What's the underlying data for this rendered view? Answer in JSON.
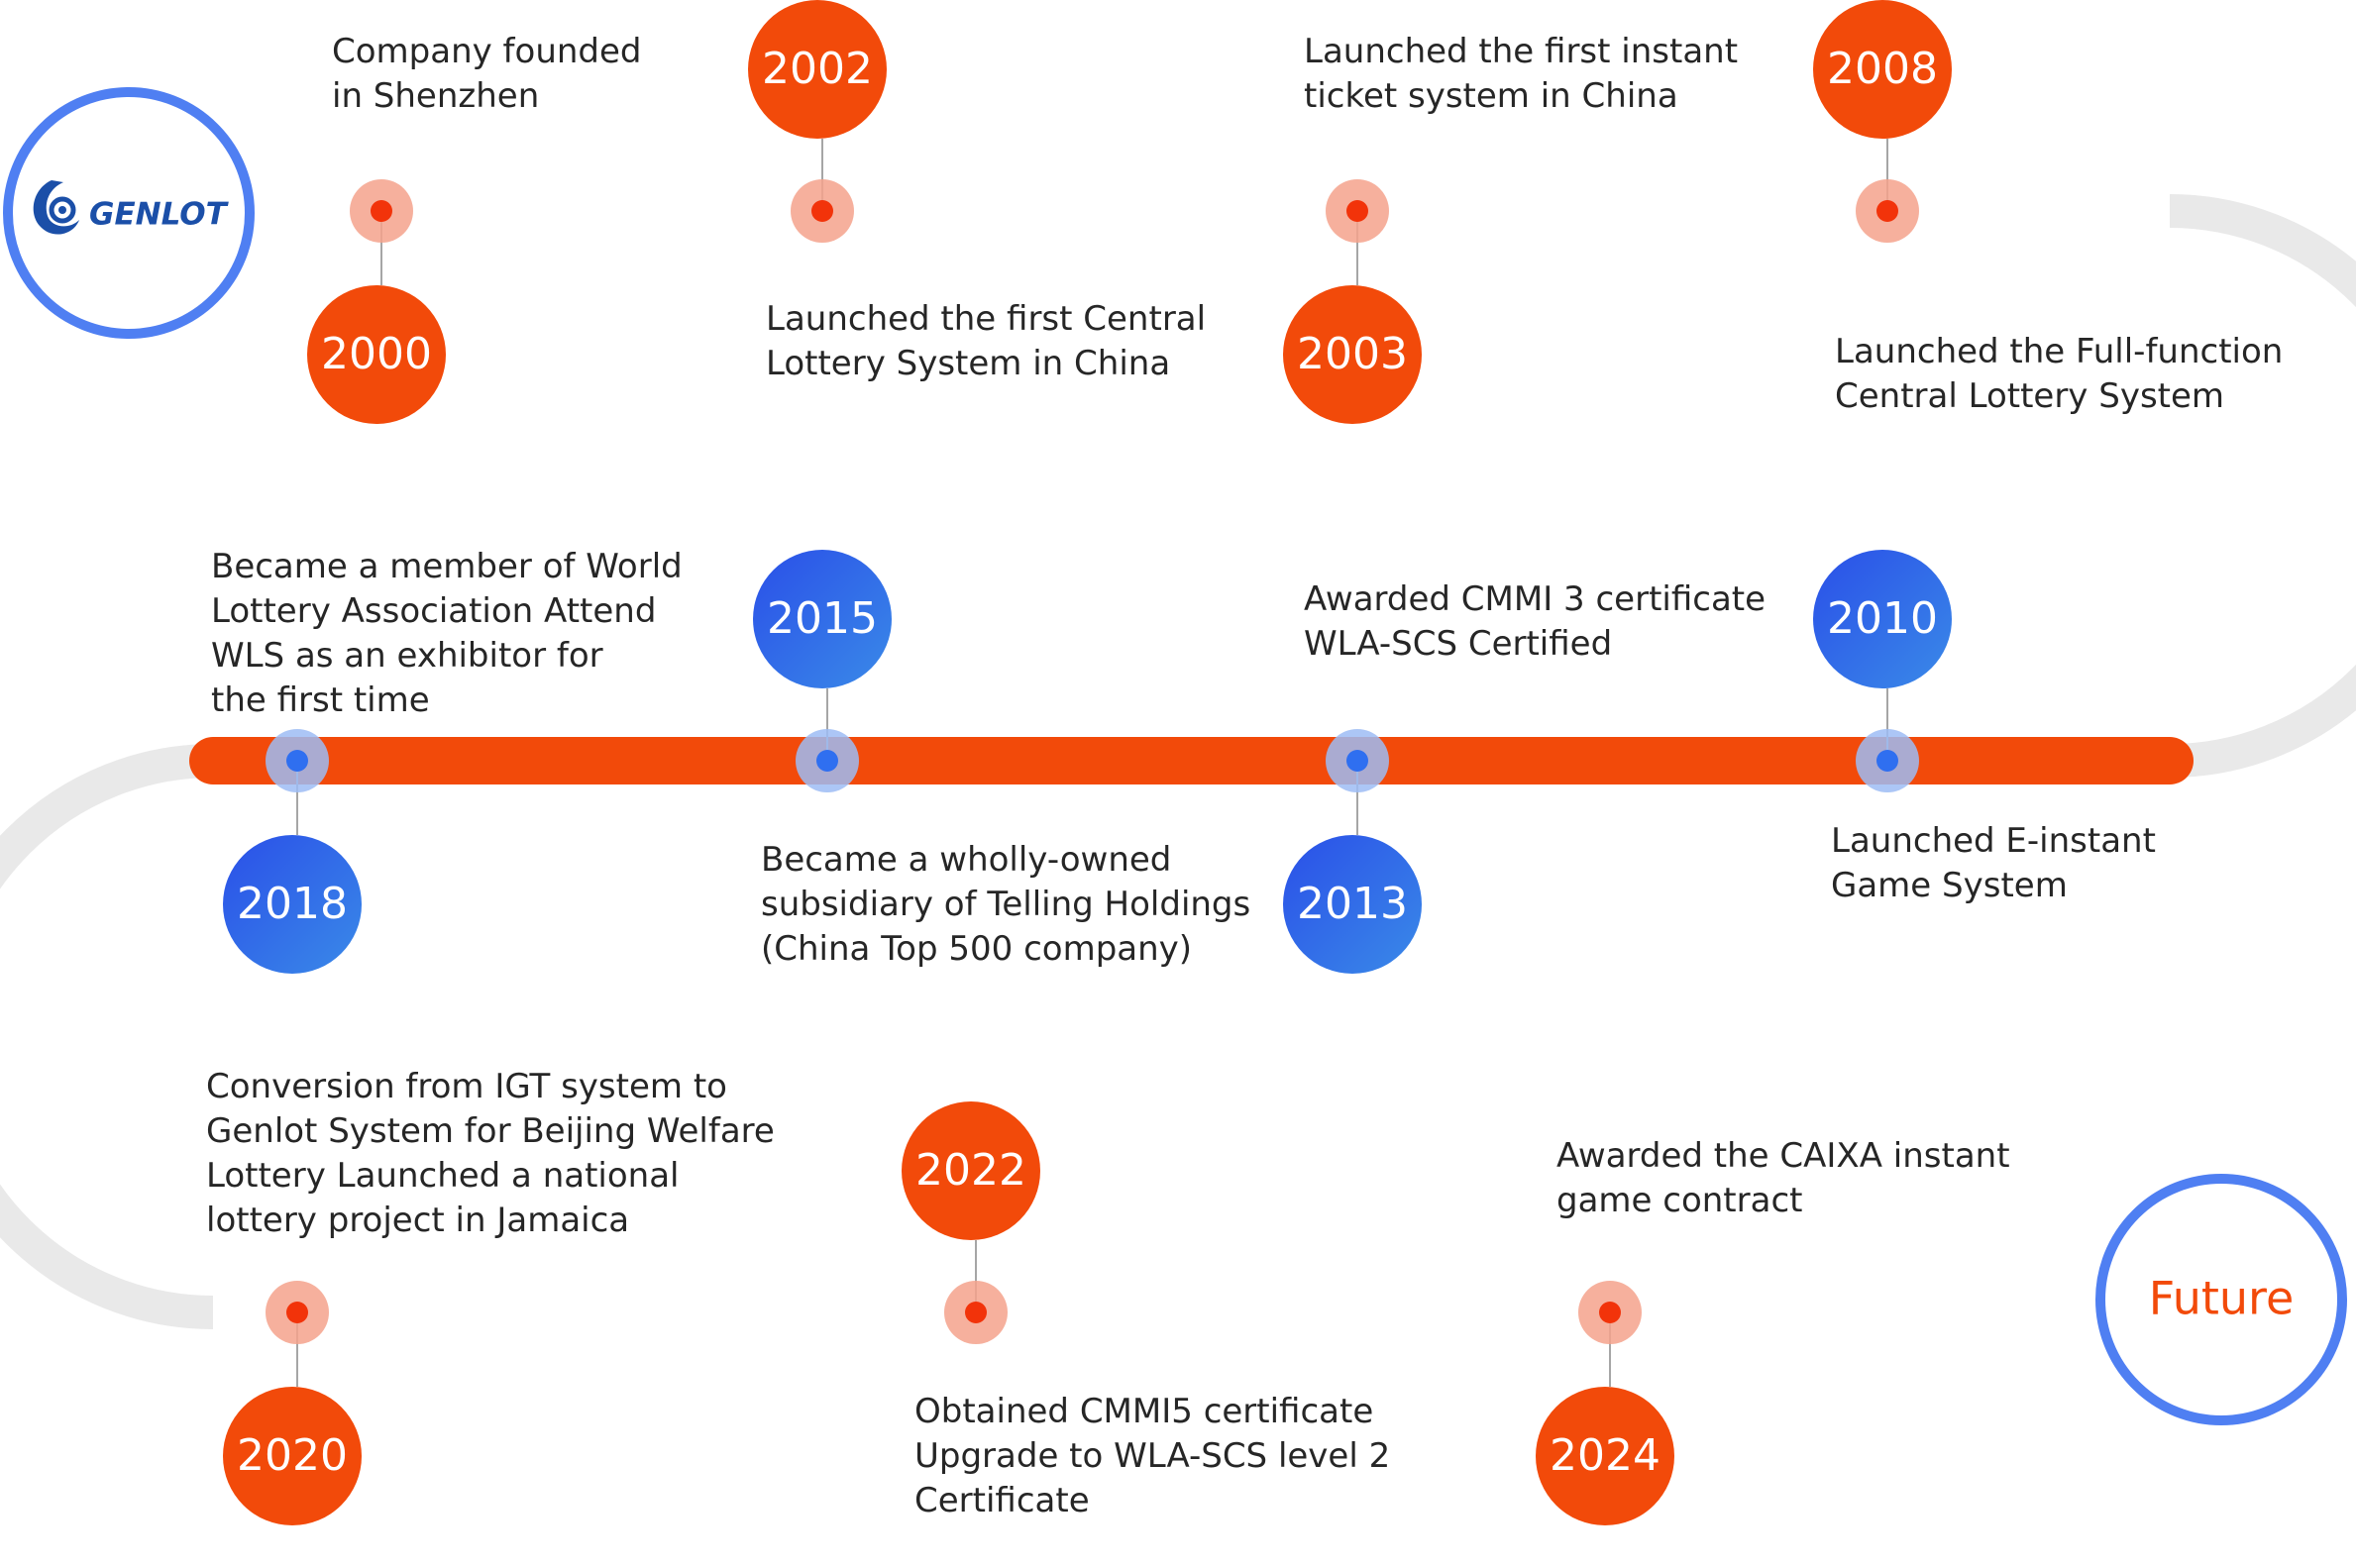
{
  "logo": {
    "brand": "GENLOT",
    "icon": "genlot-swirl-icon",
    "color": "#1b4fa8"
  },
  "future_label": "Future",
  "colors": {
    "blue_track": "#2f6ff0",
    "orange_track": "#f24a0a",
    "return_curve": "#e9e9e9",
    "orange_badge": "#f24a0a",
    "blue_badge": "#2d6fee",
    "ring": "#4f7ff2",
    "future_text": "#f24a0a"
  },
  "milestones": [
    {
      "year": "2000",
      "description": "Company founded\nin Shenzhen"
    },
    {
      "year": "2002",
      "description": "Launched the first Central\nLottery System in China"
    },
    {
      "year": "2003",
      "description": "Launched the first instant\nticket system in China"
    },
    {
      "year": "2008",
      "description": "Launched the Full-function\nCentral Lottery System"
    },
    {
      "year": "2010",
      "description": "Launched E-instant\nGame System"
    },
    {
      "year": "2013",
      "description": "Awarded CMMI 3 certificate\nWLA-SCS Certified"
    },
    {
      "year": "2015",
      "description": "Became a wholly-owned\nsubsidiary of Telling Holdings\n(China Top 500 company)"
    },
    {
      "year": "2018",
      "description": "Became a member of World\nLottery Association Attend\nWLS as an exhibitor for\nthe first time"
    },
    {
      "year": "2020",
      "description": "Conversion from IGT system to\nGenlot System for Beijing Welfare\nLottery Launched a national\nlottery project in Jamaica"
    },
    {
      "year": "2022",
      "description": "Obtained CMMI5 certificate\nUpgrade to WLA-SCS level 2\nCertificate"
    },
    {
      "year": "2024",
      "description": "Awarded the CAIXA instant\ngame contract"
    }
  ]
}
